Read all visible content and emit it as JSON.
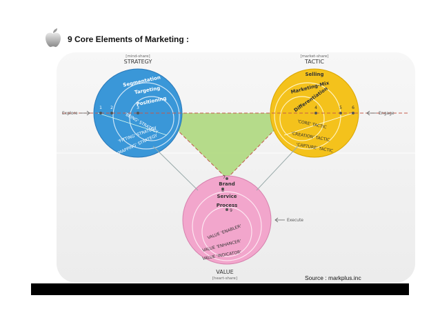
{
  "slide": {
    "title": "9 Core Elements of Marketing :",
    "source": "Source : markplus.inc"
  },
  "diagram": {
    "strategy": {
      "share": "[mind-share]",
      "label": "STRATEGY",
      "rings": [
        "Segmentation",
        "Targeting",
        "Positioning"
      ],
      "subs": [
        "'BEING' STRATEGY",
        "'FITTING' STRATEGY",
        "'MAPPING' STRATEGY"
      ],
      "numbers": [
        "1",
        "2",
        "3"
      ],
      "color": "#3a97d8"
    },
    "tactic": {
      "share": "[market-share]",
      "label": "TACTIC",
      "rings": [
        "Selling",
        "Marketing-Mix",
        "Differentiation"
      ],
      "subs": [
        "'CORE' TACTIC",
        "'CREATION' TACTIC",
        "'CAPTURE' TACTIC"
      ],
      "numbers": [
        "4",
        "5",
        "6"
      ],
      "color": "#f4c21c"
    },
    "value": {
      "share": "[heart-share]",
      "label": "VALUE",
      "rings": [
        "Brand",
        "Service",
        "Process"
      ],
      "subs": [
        "VALUE 'ENABLER'",
        "VALUE 'ENHANCER'",
        "VALUE 'INDICATOR'"
      ],
      "numbers": [
        "7",
        "8",
        "9"
      ],
      "color": "#f2a6cc"
    },
    "arrows": {
      "left": "Explore",
      "right": "Engage",
      "bottom": "Execute"
    },
    "triangle_color": "#aed87e"
  }
}
